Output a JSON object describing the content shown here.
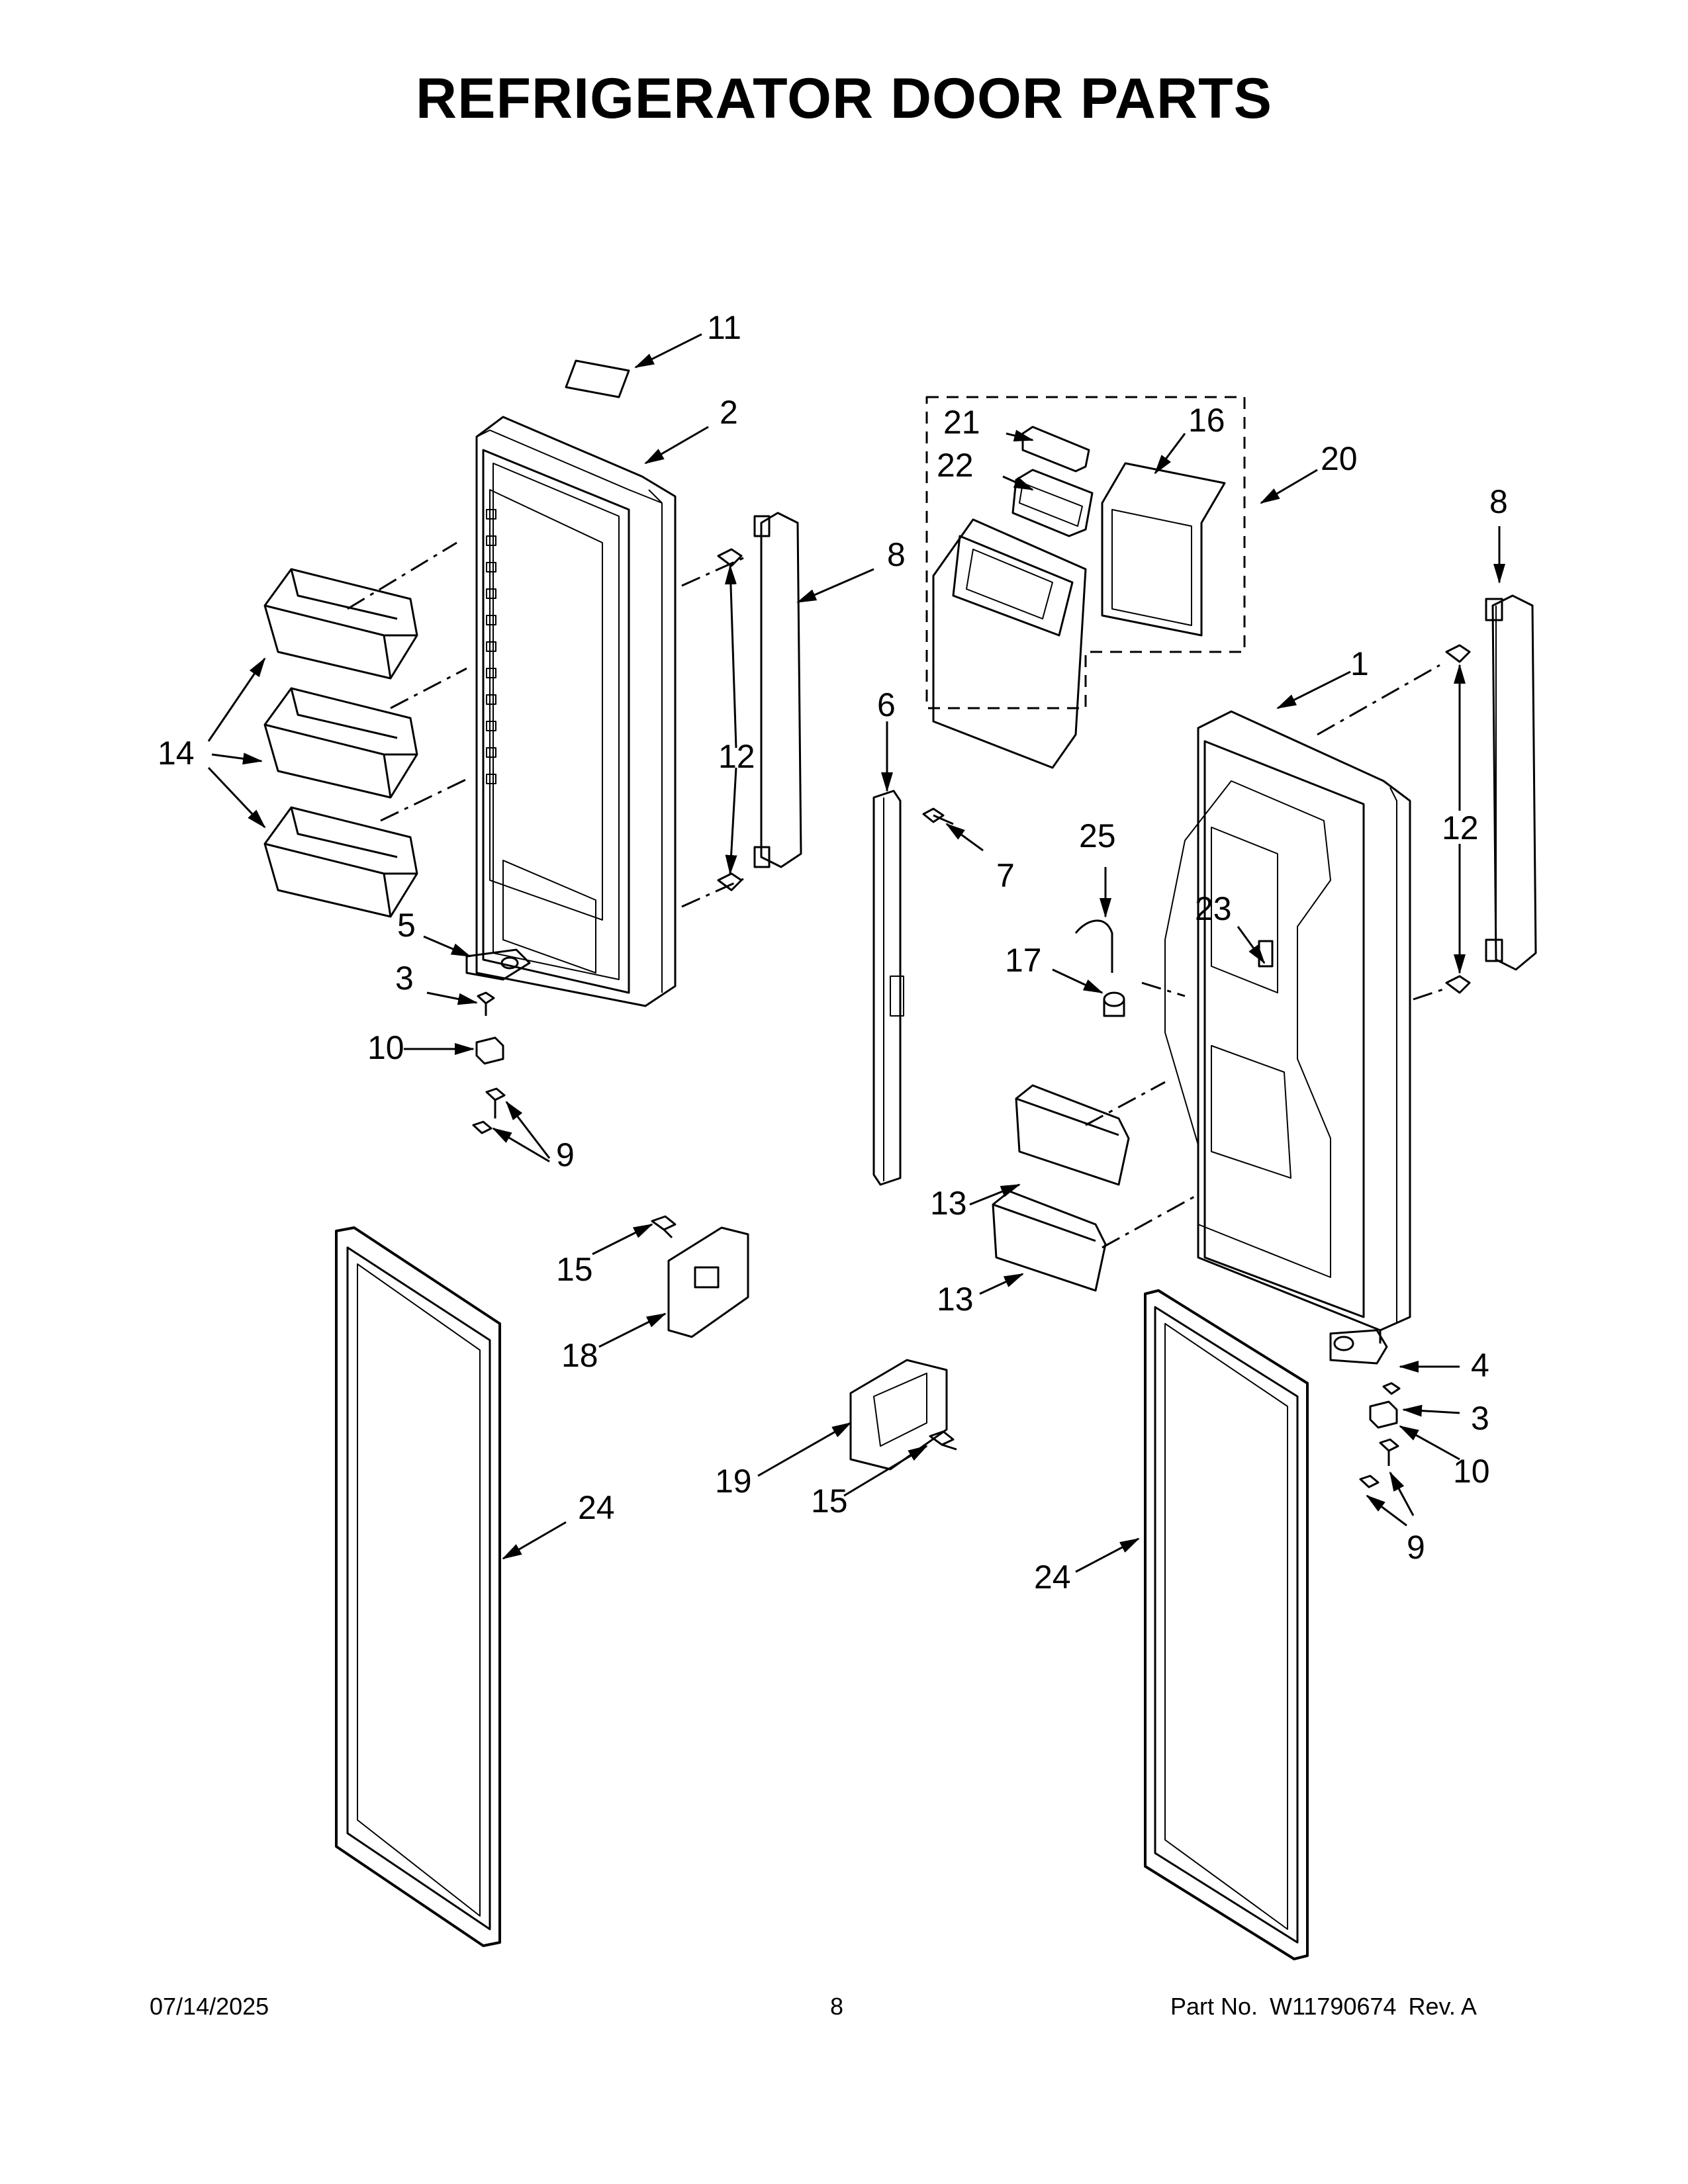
{
  "title": "REFRIGERATOR DOOR PARTS",
  "callouts": {
    "c11": "11",
    "c2": "2",
    "c21": "21",
    "c16": "16",
    "c22": "22",
    "c20": "20",
    "c8a": "8",
    "c8b": "8",
    "c14": "14",
    "c12a": "12",
    "c12b": "12",
    "c6": "6",
    "c1": "1",
    "c7": "7",
    "c25": "25",
    "c23": "23",
    "c5": "5",
    "c3a": "3",
    "c17": "17",
    "c10a": "10",
    "c9a": "9",
    "c13a": "13",
    "c13b": "13",
    "c15a": "15",
    "c18": "18",
    "c4": "4",
    "c3b": "3",
    "c10b": "10",
    "c19": "19",
    "c15b": "15",
    "c9b": "9",
    "c24a": "24",
    "c24b": "24"
  },
  "footer": {
    "date": "07/14/2025",
    "page": "8",
    "part_label": "Part No.",
    "part_number": "W11790674",
    "rev": "Rev.  A"
  }
}
